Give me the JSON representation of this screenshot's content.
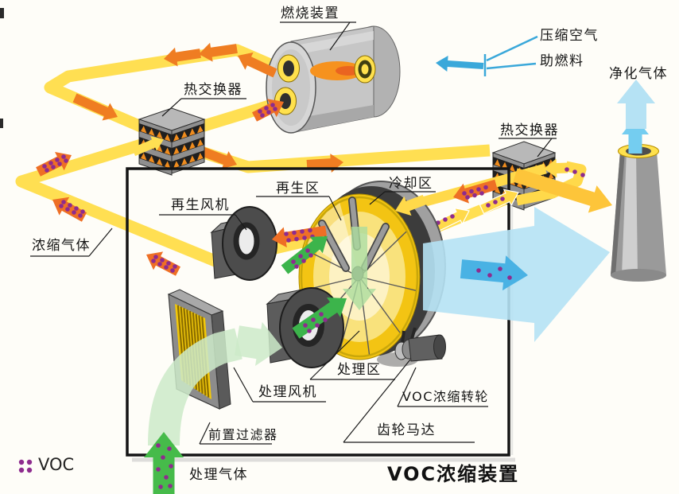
{
  "title": "VOC浓缩装置",
  "legend": {
    "voc": "VOC"
  },
  "labels": {
    "combustion_device": "燃烧装置",
    "compressed_air": "压缩空气",
    "auxiliary_fuel": "助燃料",
    "purified_gas": "净化气体",
    "heat_exchanger_left": "热交换器",
    "heat_exchanger_right": "热交换器",
    "regeneration_zone": "再生区",
    "cooling_zone": "冷却区",
    "regeneration_fan": "再生风机",
    "concentrated_gas": "浓缩气体",
    "treatment_zone": "处理区",
    "treatment_fan": "处理风机",
    "voc_rotor": "VOC浓缩转轮",
    "gear_motor": "齿轮马达",
    "prefilter": "前置过滤器",
    "treatment_gas": "处理气体"
  },
  "colors": {
    "pipe_yellow": "#ffdf52",
    "arrow_orange": "#ef7d22",
    "dotted_arrow_orange": "#ee6f25",
    "voc_dot_purple": "#8e2b8e",
    "process_green": "#3cb44b",
    "pale_green": "#cdeac9",
    "clean_air_pale_blue": "#b5e2f4",
    "clean_air_blue": "#49b2e4",
    "burner_air_blue": "#3aa8da",
    "rotor_yellow": "#f3c413",
    "steel_gray": "#9a9a9a"
  }
}
